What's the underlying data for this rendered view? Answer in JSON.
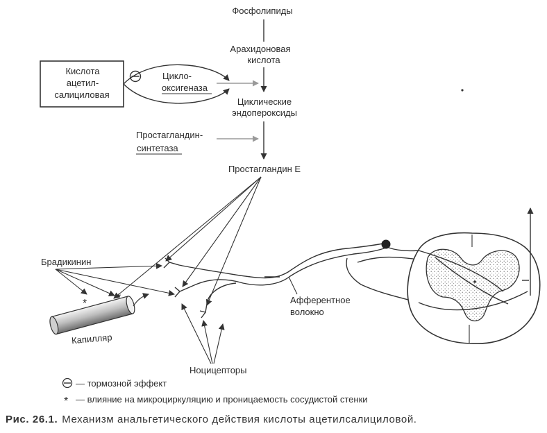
{
  "pathway": {
    "phospholipids": "Фосфолипиды",
    "arachidonic_1": "Арахидоновая",
    "arachidonic_2": "кислота",
    "endoperox_1": "Циклические",
    "endoperox_2": "эндопероксиды",
    "prostaglandin_e": "Простагландин Е"
  },
  "drug_box": {
    "line1": "Кислота",
    "line2": "ацетил-",
    "line3": "салициловая"
  },
  "enzymes": {
    "cox_1": "Цикло-",
    "cox_2": "оксигеназа",
    "synth_1": "Простагландин-",
    "synth_2": "синтетаза"
  },
  "labels": {
    "bradykinin": "Брадикинин",
    "capillary": "Капилляр",
    "afferent_1": "Афферентное",
    "afferent_2": "волокно",
    "nociceptors": "Ноцицепторы"
  },
  "legend": {
    "inhibit_symbol": "⊖",
    "inhibit_text": "— тормозной эффект",
    "star_symbol": "*",
    "star_text": "— влияние на микроциркуляцию и проницаемость сосудистой стенки"
  },
  "caption": {
    "prefix": "Рис. 26.1.",
    "text": "Механизм анальгетического действия кислоты ацетилсалициловой."
  }
}
